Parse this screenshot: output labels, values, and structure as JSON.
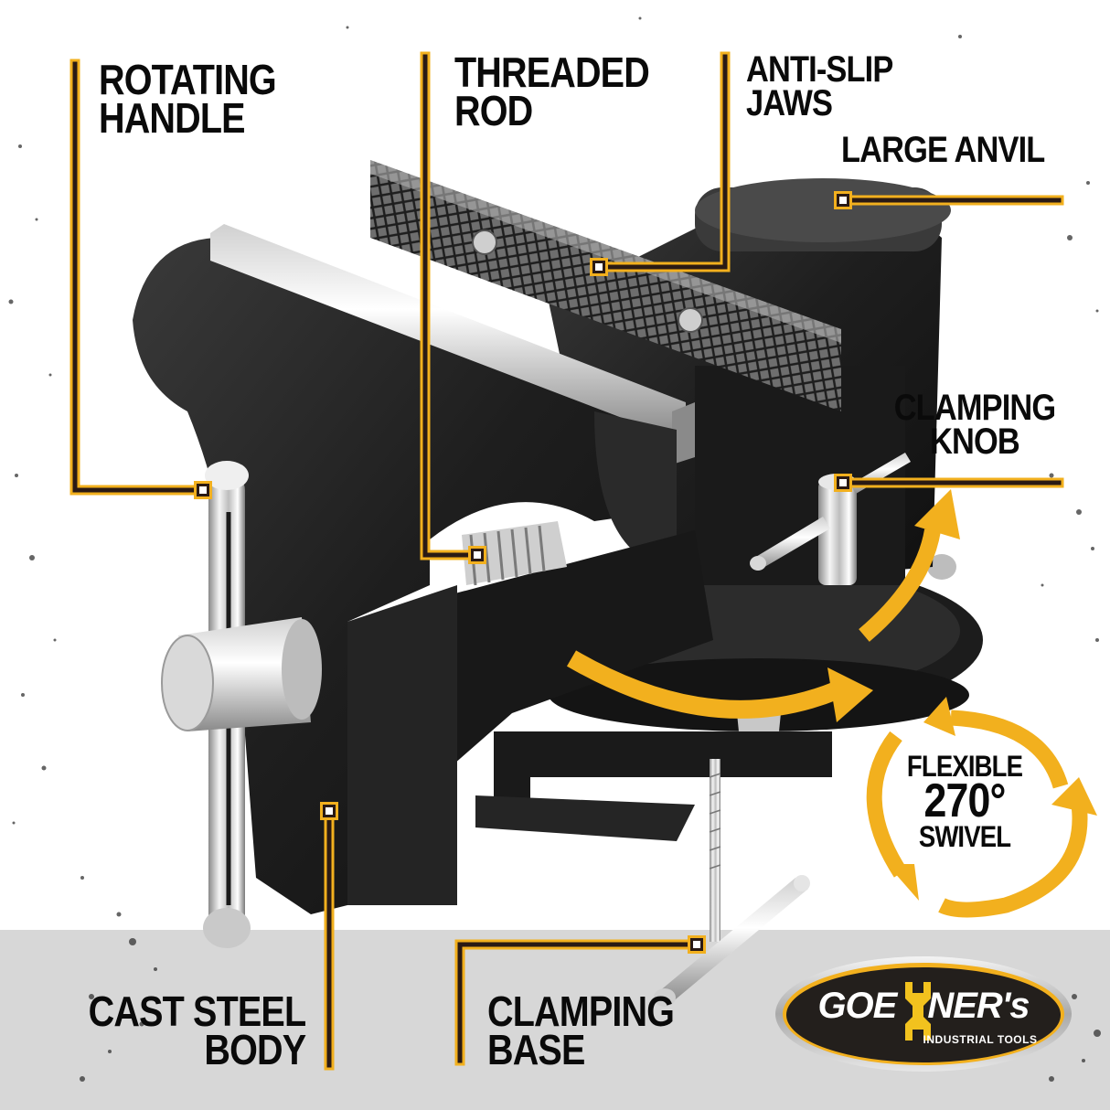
{
  "callouts": {
    "rotating_handle": {
      "line1": "ROTATING",
      "line2": "HANDLE"
    },
    "threaded_rod": {
      "line1": "THREADED",
      "line2": "ROD"
    },
    "anti_slip_jaws": {
      "line1": "ANTI-SLIP",
      "line2": "JAWS"
    },
    "large_anvil": {
      "line1": "LARGE ANVIL"
    },
    "clamping_knob": {
      "line1": "CLAMPING",
      "line2": "KNOB"
    },
    "swivel": {
      "line1": "FLEXIBLE",
      "line2": "270°",
      "line3": "SWIVEL"
    },
    "cast_steel_body": {
      "line1": "CAST STEEL",
      "line2": "BODY"
    },
    "clamping_base": {
      "line1": "CLAMPING",
      "line2": "BASE"
    }
  },
  "brand": {
    "name": "GOE",
    "name_suffix": "NER's",
    "tagline": "INDUSTRIAL TOOLS"
  },
  "colors": {
    "accent": "#f2b01e",
    "line_core": "#2a1a14",
    "background": "#ffffff",
    "floor": "#d7d7d7",
    "logo_oval": "#231f1c"
  }
}
